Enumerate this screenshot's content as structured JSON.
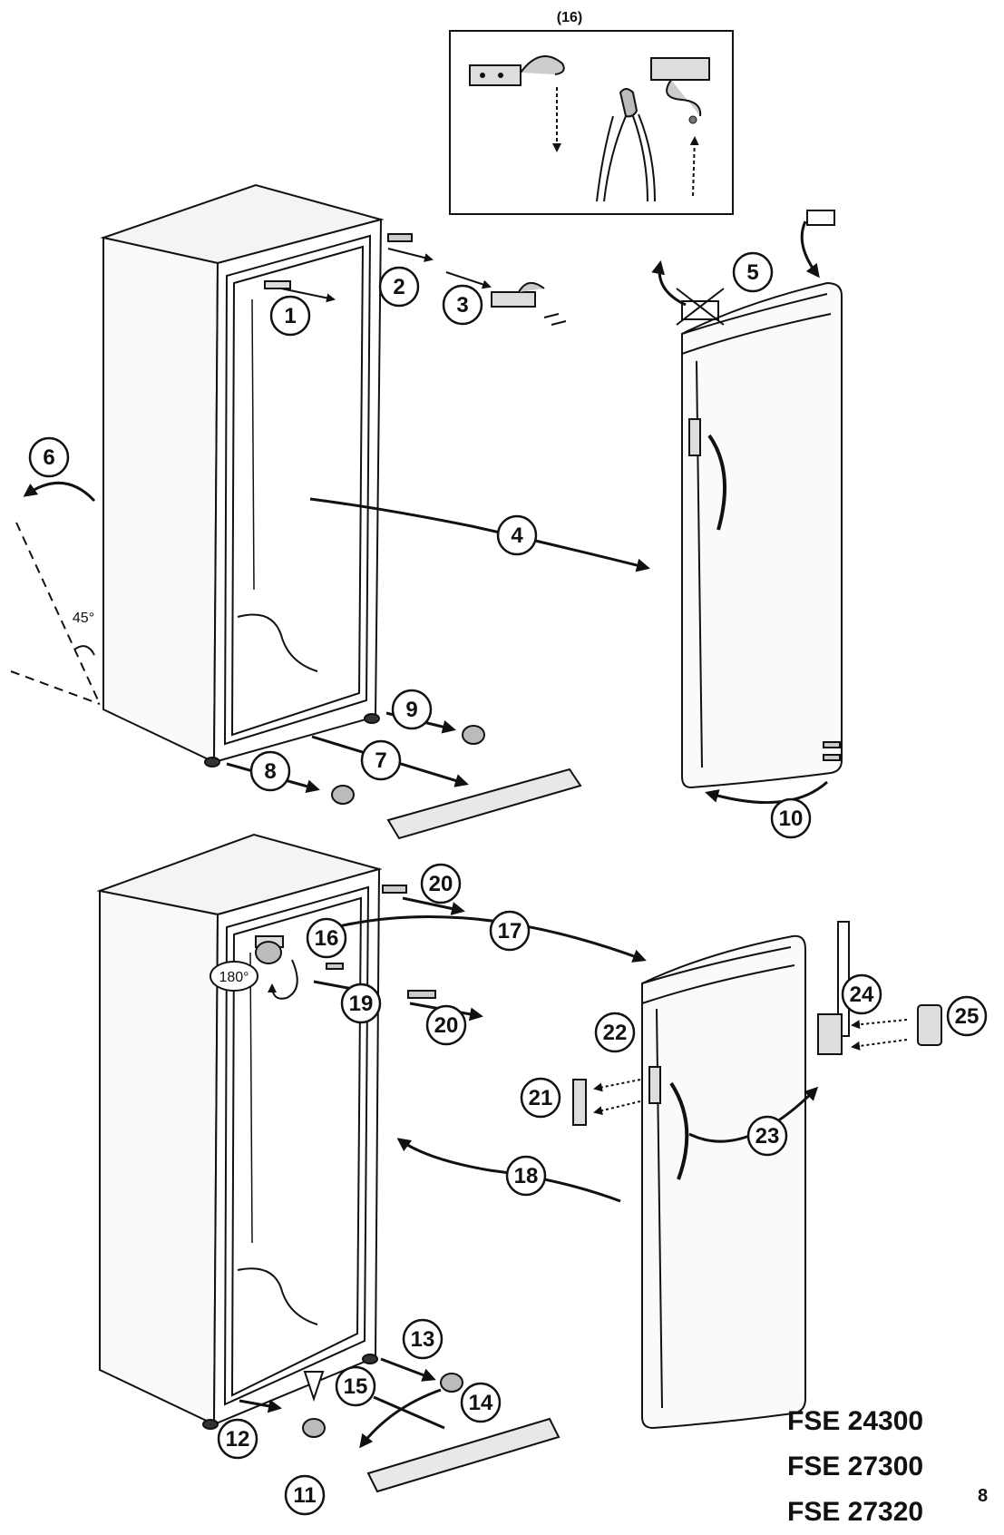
{
  "inset_label": "(16)",
  "angle_tilt": "45°",
  "angle_rotate": "180°",
  "steps": {
    "s1": "1",
    "s2": "2",
    "s3": "3",
    "s4": "4",
    "s5": "5",
    "s6": "6",
    "s7": "7",
    "s8": "8",
    "s9": "9",
    "s10": "10",
    "s11": "11",
    "s12": "12",
    "s13": "13",
    "s14": "14",
    "s15": "15",
    "s16": "16",
    "s17": "17",
    "s18": "18",
    "s19": "19",
    "s20a": "20",
    "s20b": "20",
    "s21": "21",
    "s22": "22",
    "s23": "23",
    "s24": "24",
    "s25": "25"
  },
  "models": [
    "FSE 24300",
    "FSE 27300",
    "FSE 27320"
  ],
  "page_number": "8",
  "icons": [
    "hinge-icon",
    "pliers-icon",
    "screw-icon",
    "cabinet-icon",
    "door-icon",
    "arrow-icon"
  ]
}
